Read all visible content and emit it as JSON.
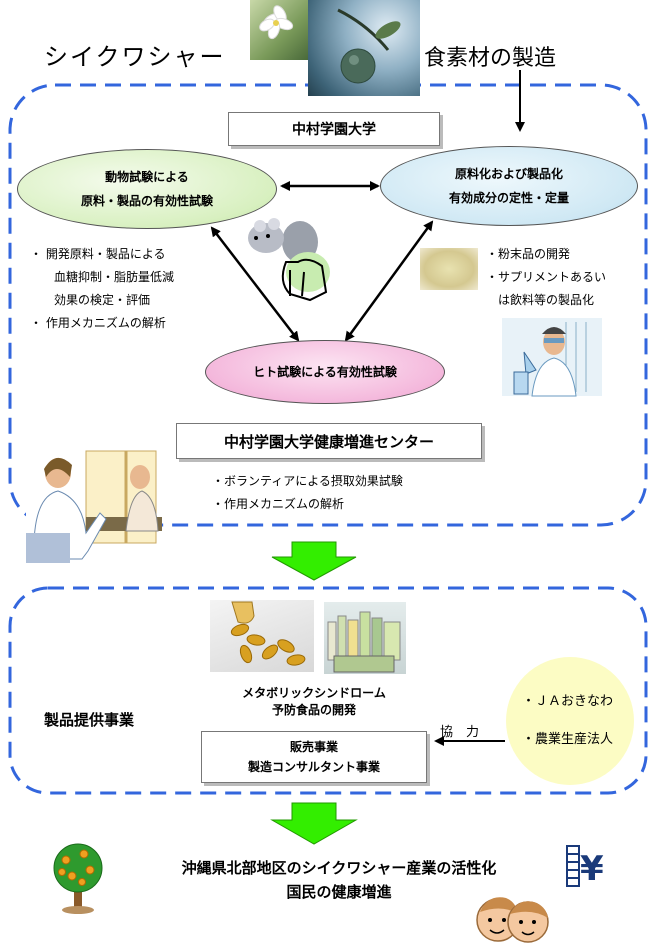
{
  "header": {
    "left_title": "シイクワシャー",
    "right_title": "食素材の製造"
  },
  "university": {
    "name": "中村学園大学",
    "animal_test": [
      "動物試験による",
      "原料・製品の有効性試験"
    ],
    "material": [
      "原料化および製品化",
      "有効成分の定性・定量"
    ],
    "human_test": "ヒト試験による有効性試験",
    "left_list": [
      "・ 開発原料・製品による",
      "血糖抑制・脂肪量低減",
      "効果の検定・評価",
      "・ 作用メカニズムの解析"
    ],
    "right_list": [
      "・粉末品の開発",
      "・サプリメントあるい",
      "は飲料等の製品化"
    ],
    "center_name": "中村学園大学健康増進センター",
    "center_list": [
      "・ボランティアによる摂取効果試験",
      "・作用メカニズムの解析"
    ]
  },
  "products": {
    "section_label": "製品提供事業",
    "product_caption": [
      "メタボリックシンドローム",
      "予防食品の開発"
    ],
    "sales": [
      "販売事業",
      "製造コンサルタント事業"
    ],
    "cooperation": "協　力",
    "partners": [
      "・ＪＡおきなわ",
      "・農業生産法人"
    ]
  },
  "outcome": {
    "lines": [
      "沖縄県北部地区のシイクワシャー産業の活性化",
      "国民の健康増進"
    ]
  },
  "icons": [
    "flower-photo",
    "citrus-fruit-photo",
    "mouse-icon",
    "powder-photo",
    "scientist-icon",
    "reception-icon",
    "capsules-photo",
    "products-photo",
    "tree-icon",
    "yen-icon",
    "faces-icon"
  ],
  "colors": {
    "dash": "#3366dd",
    "arrow_green": "#33ee00",
    "ellipse_green": "#d8f0c0",
    "ellipse_blue": "#cfe8f4",
    "ellipse_pink": "#f4b8dc",
    "partner_yellow": "#fcfcc4"
  }
}
